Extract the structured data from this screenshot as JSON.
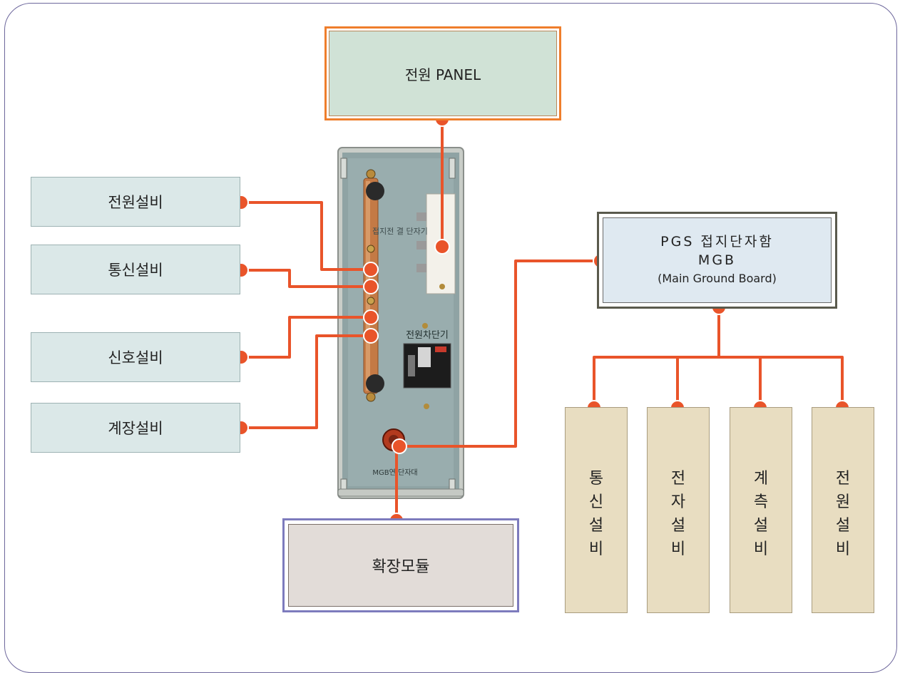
{
  "power_panel": {
    "label": "전원 PANEL"
  },
  "left_boxes": [
    {
      "label": "전원설비"
    },
    {
      "label": "통신설비"
    },
    {
      "label": "신호설비"
    },
    {
      "label": "계장설비"
    }
  ],
  "cabinet": {
    "terminal_label": "접지전 결 단자기",
    "breaker_label": "전원차단기",
    "mgb_label": "MGB연  단자대"
  },
  "mgb": {
    "line1": "PGS 접지단자함",
    "line2": "MGB",
    "line3": "(Main Ground Board)"
  },
  "expansion": {
    "label": "확장모듈"
  },
  "right_boxes": [
    {
      "chars": [
        "통",
        "신",
        "설",
        "비"
      ]
    },
    {
      "chars": [
        "전",
        "자",
        "설",
        "비"
      ]
    },
    {
      "chars": [
        "계",
        "측",
        "설",
        "비"
      ]
    },
    {
      "chars": [
        "전",
        "원",
        "설",
        "비"
      ]
    }
  ],
  "colors": {
    "line": "#e9542a",
    "panel_border": "#ef7e2c",
    "frame": "#6d679c"
  }
}
